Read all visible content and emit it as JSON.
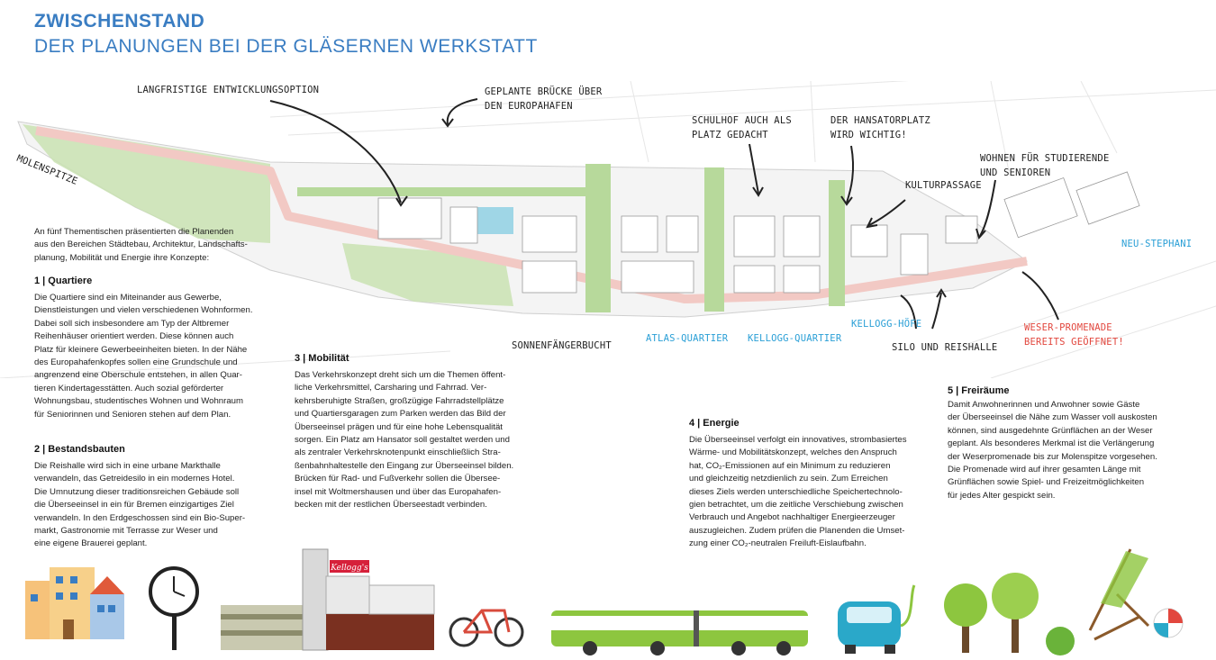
{
  "title": {
    "line1": "ZWISCHENSTAND",
    "line2": "DER PLANUNGEN BEI DER GLÄSERNEN WERKSTATT"
  },
  "map_labels": {
    "molenspitze": "MOLENSPITZE",
    "langfristige": "LANGFRISTIGE ENTWICKLUNGSOPTION",
    "bruecke": [
      "GEPLANTE BRÜCKE ÜBER",
      "DEN EUROPAHAFEN"
    ],
    "schulhof": [
      "SCHULHOF AUCH ALS",
      "PLATZ GEDACHT"
    ],
    "hansatorplatz": [
      "DER HANSATORPLATZ",
      "WIRD WICHTIG!"
    ],
    "kulturpassage": "KULTURPASSAGE",
    "wohnen": [
      "WOHNEN FÜR STUDIERENDE",
      "UND SENIOREN"
    ],
    "neu_stephani": "NEU-STEPHANI",
    "sonnenfaenger": "SONNENFÄNGERBUCHT",
    "atlas": "ATLAS-QUARTIER",
    "kellogg_quartier": "KELLOGG-QUARTIER",
    "kellogg_hoefe": "KELLOGG-HÖFE",
    "silo": "SILO UND REISHALLE",
    "weser": [
      "WESER-PROMENADE",
      "BEREITS GEÖFFNET!"
    ]
  },
  "intro": [
    "An fünf Thementischen präsentierten die Planenden",
    "aus den Bereichen Städtebau, Architektur, Landschafts-",
    "planung, Mobilität und Energie ihre Konzepte:"
  ],
  "sections": {
    "s1": {
      "heading": "1 | Quartiere",
      "lines": [
        "Die Quartiere sind ein Miteinander aus Gewerbe,",
        "Dienstleistungen und vielen verschiedenen Wohnformen.",
        "Dabei soll sich insbesondere am Typ der Altbremer",
        "Reihenhäuser orientiert werden. Diese können auch",
        "Platz für kleinere Gewerbeeinheiten bieten. In der Nähe",
        "des Europahafenkopfes sollen eine Grundschule und",
        "angrenzend eine Oberschule entstehen, in allen Quar-",
        "tieren Kindertagesstätten. Auch sozial geförderter",
        "Wohnungsbau, studentisches Wohnen und Wohnraum",
        "für Seniorinnen und Senioren stehen auf dem Plan."
      ]
    },
    "s2": {
      "heading": "2 | Bestandsbauten",
      "lines": [
        "Die Reishalle wird sich in eine urbane Markthalle",
        "verwandeln, das Getreidesilo in ein modernes Hotel.",
        "Die Umnutzung dieser traditionsreichen Gebäude soll",
        "die Überseeinsel in ein für Bremen einzigartiges Ziel",
        "verwandeln. In den Erdgeschossen sind ein Bio-Super-",
        "markt, Gastronomie mit Terrasse zur Weser und",
        "eine eigene Brauerei geplant."
      ]
    },
    "s3": {
      "heading": "3 | Mobilität",
      "lines": [
        "Das Verkehrskonzept dreht sich um die Themen öffent-",
        "liche Verkehrsmittel, Carsharing und Fahrrad. Ver-",
        "kehrsberuhigte Straßen, großzügige Fahrradstellplätze",
        "und Quartiersgaragen zum Parken werden das Bild der",
        "Überseeinsel prägen und für eine hohe Lebensqualität",
        "sorgen. Ein Platz am Hansator soll gestaltet werden und",
        "als zentraler Verkehrsknotenpunkt einschließlich Stra-",
        "ßenbahnhaltestelle den Eingang zur Überseeinsel bilden.",
        "Brücken für Rad- und Fußverkehr sollen die Übersee-",
        "insel mit Woltmershausen und über das Europahafen-",
        "becken mit der restlichen Überseestadt verbinden."
      ]
    },
    "s4": {
      "heading": "4 | Energie",
      "lines": [
        "Die Überseeinsel verfolgt ein innovatives, strombasiertes",
        "Wärme- und Mobilitätskonzept, welches den Anspruch",
        "hat, CO₂-Emissionen auf ein Minimum zu reduzieren",
        "und gleichzeitig netzdienlich zu sein. Zum Erreichen",
        "dieses Ziels werden unterschiedliche Speichertechnolo-",
        "gien betrachtet, um die zeitliche Verschiebung zwischen",
        "Verbrauch und Angebot nachhaltiger Energieerzeuger",
        "auszugleichen. Zudem prüfen die Planenden die Umset-",
        "zung einer CO₂-neutralen Freiluft-Eislaufbahn."
      ]
    },
    "s5": {
      "heading": "5 | Freiräume",
      "lines": [
        "Damit Anwohnerinnen und Anwohner sowie Gäste",
        "der Überseeinsel die Nähe zum Wasser voll auskosten",
        "können, sind ausgedehnte Grünflächen an der Weser",
        "geplant. Als besonderes Merkmal ist die Verlängerung",
        "der Weserpromenade bis zur Molenspitze vorgesehen.",
        "Die Promenade wird auf ihrer gesamten Länge mit",
        "Grünflächen sowie Spiel- und Freizeitmöglichkeiten",
        "für jedes Alter gespickt sein."
      ]
    }
  },
  "icons": {
    "houses": "houses-icon",
    "clock": "clock-icon",
    "silo": "silo-building-icon",
    "silo_sign": "Kellogg's",
    "bike": "bicycle-icon",
    "bus": "bus-icon",
    "car": "electric-car-icon",
    "trees": "trees-icon",
    "chair": "deck-chair-icon",
    "ball": "beach-ball-icon"
  },
  "colors": {
    "title_blue": "#3a7dc2",
    "label_blue": "#2a9fd6",
    "label_red": "#e2473e",
    "promenade": "#f2c9c4",
    "green": "#a9d08e",
    "water_blue": "#9fd6e6"
  }
}
